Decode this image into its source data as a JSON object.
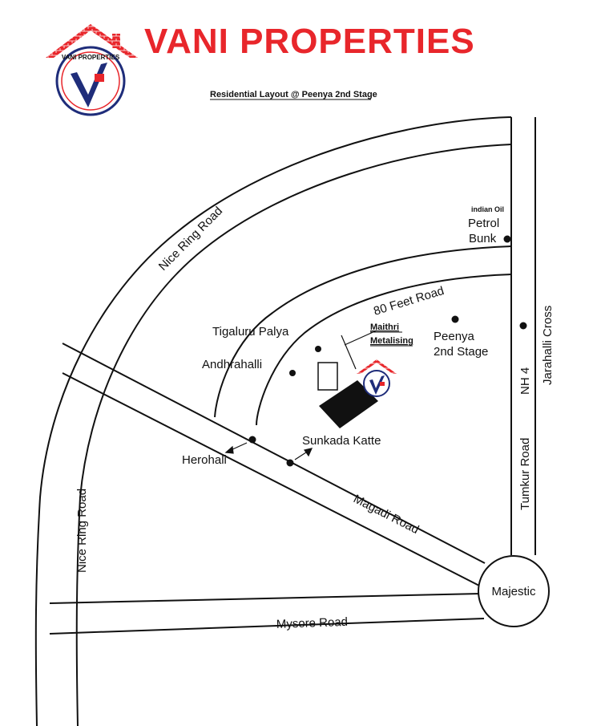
{
  "brand": {
    "name": "VANI PROPERTIES",
    "logo_text": "VANI PROPERTIES",
    "color": "#e8262b"
  },
  "map": {
    "subtitle": "Residential Layout @ Peenya 2nd Stage",
    "roads": {
      "nice_ring_road_north": "Nice Ring Road",
      "nice_ring_road_west": "Nice Ring Road",
      "eighty_feet_road": "80 Feet Road",
      "magadi_road": "Magadi Road",
      "mysore_road": "Mysore Road",
      "tumkur_road": "Tumkur Road",
      "nh4": "NH 4",
      "jarahalli_cross": "Jarahalli Cross"
    },
    "places": {
      "indian_oil": "indian Oil",
      "petrol": "Petrol",
      "bunk": "Bunk",
      "tigaluru_palya": "Tigaluru Palya",
      "andhrahalli": "Andhrahalli",
      "maithri": "Maithri",
      "metalising": "Metalising",
      "peenya": "Peenya",
      "second_stage": "2nd Stage",
      "herohali": "Herohali",
      "sunkada_katte": "Sunkada Katte",
      "majestic": "Majestic"
    }
  }
}
